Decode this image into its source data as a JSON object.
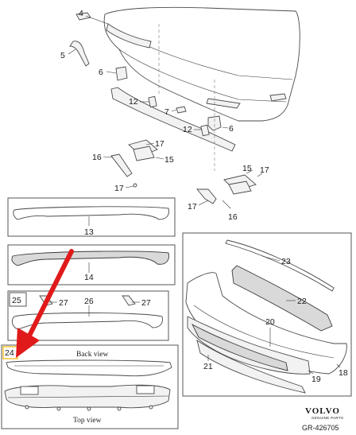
{
  "callouts": {
    "c4": "4",
    "c5": "5",
    "c6a": "6",
    "c6b": "6",
    "c7": "7",
    "c12a": "12",
    "c12b": "12",
    "c15a": "15",
    "c15b": "15",
    "c16a": "16",
    "c16b": "16",
    "c17a": "17",
    "c17b": "17",
    "c17c": "17",
    "c17d": "17",
    "c13": "13",
    "c14": "14",
    "c25": "25",
    "c26": "26",
    "c27a": "27",
    "c27b": "27",
    "c24": "24",
    "c23": "23",
    "c22": "22",
    "c20": "20",
    "c21": "21",
    "c19": "19",
    "c18": "18"
  },
  "captions": {
    "back_view": "Back view",
    "top_view": "Top view"
  },
  "branding": {
    "name": "VOLVO",
    "sub": "GENUINE PARTS",
    "reference": "GR-426705"
  },
  "colors": {
    "arrow": "#e01a1a",
    "highlight_box": "#f5b800",
    "line": "#4a4a4a"
  }
}
